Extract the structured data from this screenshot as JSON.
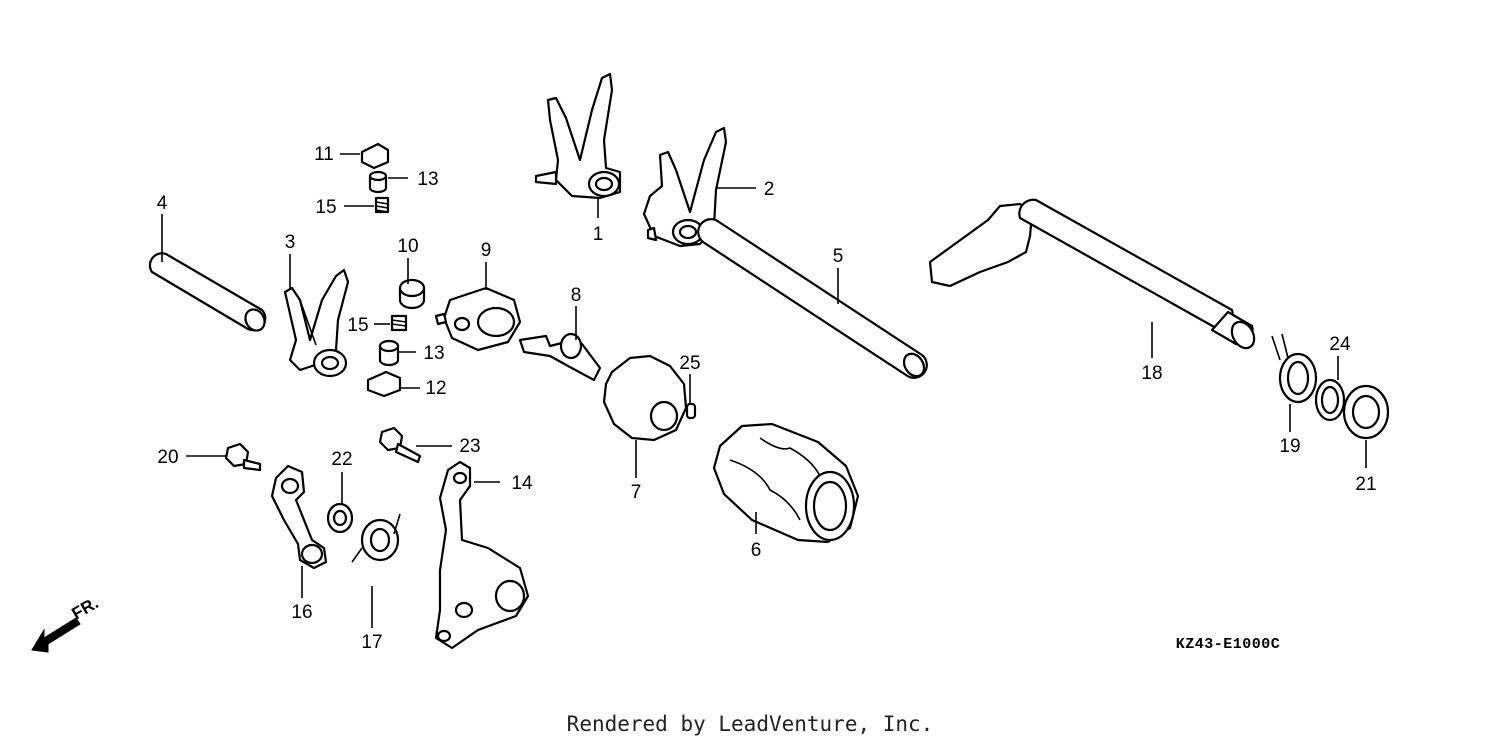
{
  "diagram": {
    "drawing_code": "KZ43-E1000C",
    "direction_label": "FR.",
    "footer": "Rendered by LeadVenture, Inc.",
    "callouts": [
      {
        "id": "p1",
        "label": "1"
      },
      {
        "id": "p2",
        "label": "2"
      },
      {
        "id": "p3",
        "label": "3"
      },
      {
        "id": "p4",
        "label": "4"
      },
      {
        "id": "p5",
        "label": "5"
      },
      {
        "id": "p6",
        "label": "6"
      },
      {
        "id": "p7",
        "label": "7"
      },
      {
        "id": "p8",
        "label": "8"
      },
      {
        "id": "p9",
        "label": "9"
      },
      {
        "id": "p10",
        "label": "10"
      },
      {
        "id": "p11",
        "label": "11"
      },
      {
        "id": "p12",
        "label": "12"
      },
      {
        "id": "p13a",
        "label": "13"
      },
      {
        "id": "p13b",
        "label": "13"
      },
      {
        "id": "p14",
        "label": "14"
      },
      {
        "id": "p15a",
        "label": "15"
      },
      {
        "id": "p15b",
        "label": "15"
      },
      {
        "id": "p16",
        "label": "16"
      },
      {
        "id": "p17",
        "label": "17"
      },
      {
        "id": "p18",
        "label": "18"
      },
      {
        "id": "p19",
        "label": "19"
      },
      {
        "id": "p20",
        "label": "20"
      },
      {
        "id": "p21",
        "label": "21"
      },
      {
        "id": "p22",
        "label": "22"
      },
      {
        "id": "p23",
        "label": "23"
      },
      {
        "id": "p24",
        "label": "24"
      },
      {
        "id": "p25",
        "label": "25"
      }
    ]
  }
}
